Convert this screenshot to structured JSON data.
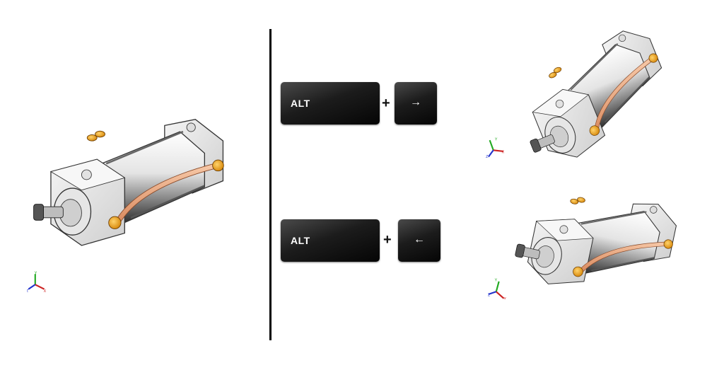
{
  "shortcuts": [
    {
      "modifier": "ALT",
      "plus": "+",
      "key": "→",
      "key_icon": "arrow-right"
    },
    {
      "modifier": "ALT",
      "plus": "+",
      "key": "←",
      "key_icon": "arrow-left"
    }
  ],
  "triad": {
    "x": "X",
    "y": "Y",
    "z": "Z"
  },
  "colors": {
    "body": "#e8e8e8",
    "tube": "#e9a27a",
    "fitting": "#f0a020",
    "triad_x": "#cc2222",
    "triad_y": "#22aa22",
    "triad_z": "#2233cc"
  }
}
